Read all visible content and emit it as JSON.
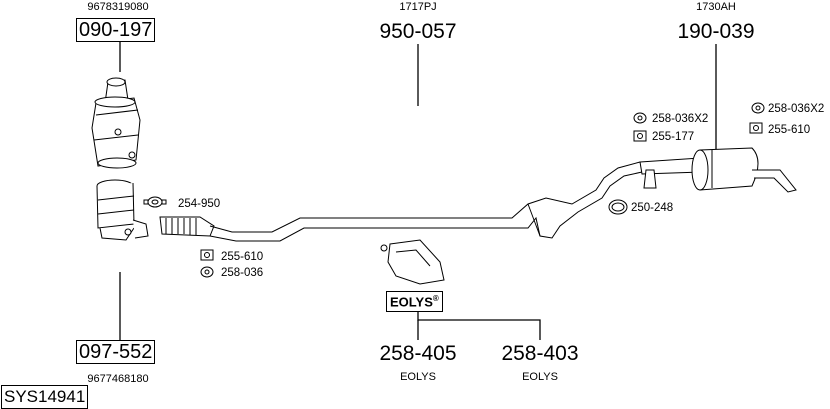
{
  "diagram_id": "SYS14941",
  "parts": {
    "top_left": {
      "oem": "9678319080",
      "code": "090-197"
    },
    "bottom_left": {
      "oem": "9677468180",
      "code": "097-552"
    },
    "middle": {
      "oem": "1717PJ",
      "code": "950-057"
    },
    "rear": {
      "oem": "1730AH",
      "code": "190-039"
    },
    "eolys_a": {
      "code": "258-405",
      "desc": "EOLYS"
    },
    "eolys_b": {
      "code": "258-403",
      "desc": "EOLYS"
    }
  },
  "eolys_label": "EOLYS",
  "eolys_mark": "®",
  "fittings": {
    "f1": "254-950",
    "f2": "255-610",
    "f3": "258-036",
    "f4": "258-036X2",
    "f5": "255-177",
    "f6": "250-248",
    "f7": "258-036X2",
    "f8": "255-610"
  }
}
